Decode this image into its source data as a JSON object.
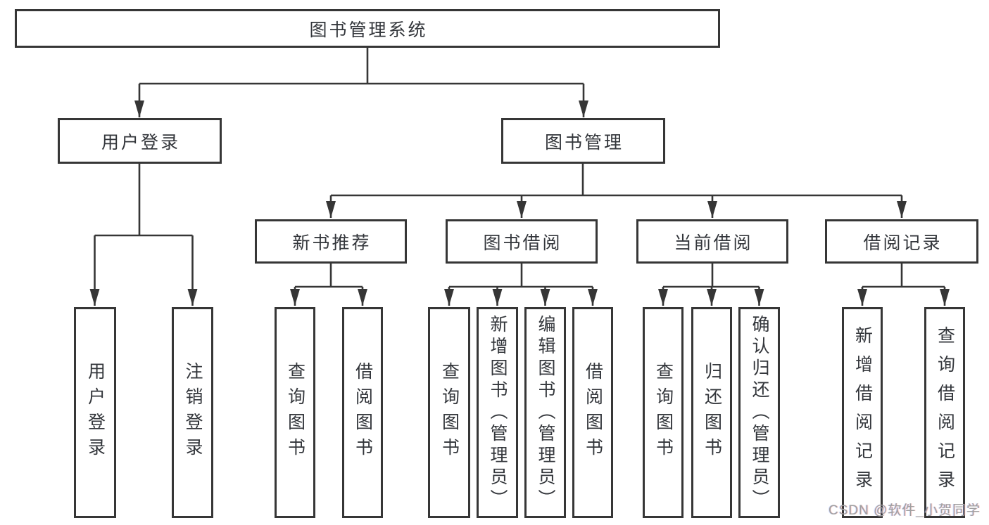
{
  "root": {
    "label": "图书管理系统"
  },
  "level2": [
    {
      "label": "用户登录"
    },
    {
      "label": "图书管理"
    }
  ],
  "level3": [
    {
      "label": "新书推荐",
      "parent": "图书管理"
    },
    {
      "label": "图书借阅",
      "parent": "图书管理"
    },
    {
      "label": "当前借阅",
      "parent": "图书管理"
    },
    {
      "label": "借阅记录",
      "parent": "图书管理"
    }
  ],
  "level4": [
    {
      "label": "用户登录",
      "parent": "用户登录"
    },
    {
      "label": "注销登录",
      "parent": "用户登录"
    },
    {
      "label": "查询图书",
      "parent": "新书推荐"
    },
    {
      "label": "借阅图书",
      "parent": "新书推荐"
    },
    {
      "label": "查询图书",
      "parent": "图书借阅"
    },
    {
      "label": "新增图书（管理员）",
      "parent": "图书借阅"
    },
    {
      "label": "编辑图书（管理员）",
      "parent": "图书借阅"
    },
    {
      "label": "借阅图书",
      "parent": "图书借阅"
    },
    {
      "label": "查询图书",
      "parent": "当前借阅"
    },
    {
      "label": "归还图书",
      "parent": "当前借阅"
    },
    {
      "label": "确认归还（管理员）",
      "parent": "当前借阅"
    },
    {
      "label": "新增借阅记录",
      "parent": "借阅记录"
    },
    {
      "label": "查询借阅记录",
      "parent": "借阅记录"
    }
  ],
  "watermark": "CSDN @软件_小贺同学",
  "colors": {
    "line": "#363636",
    "text": "#33363b",
    "background": "#ffffff",
    "watermark": "#a0a0a0"
  }
}
